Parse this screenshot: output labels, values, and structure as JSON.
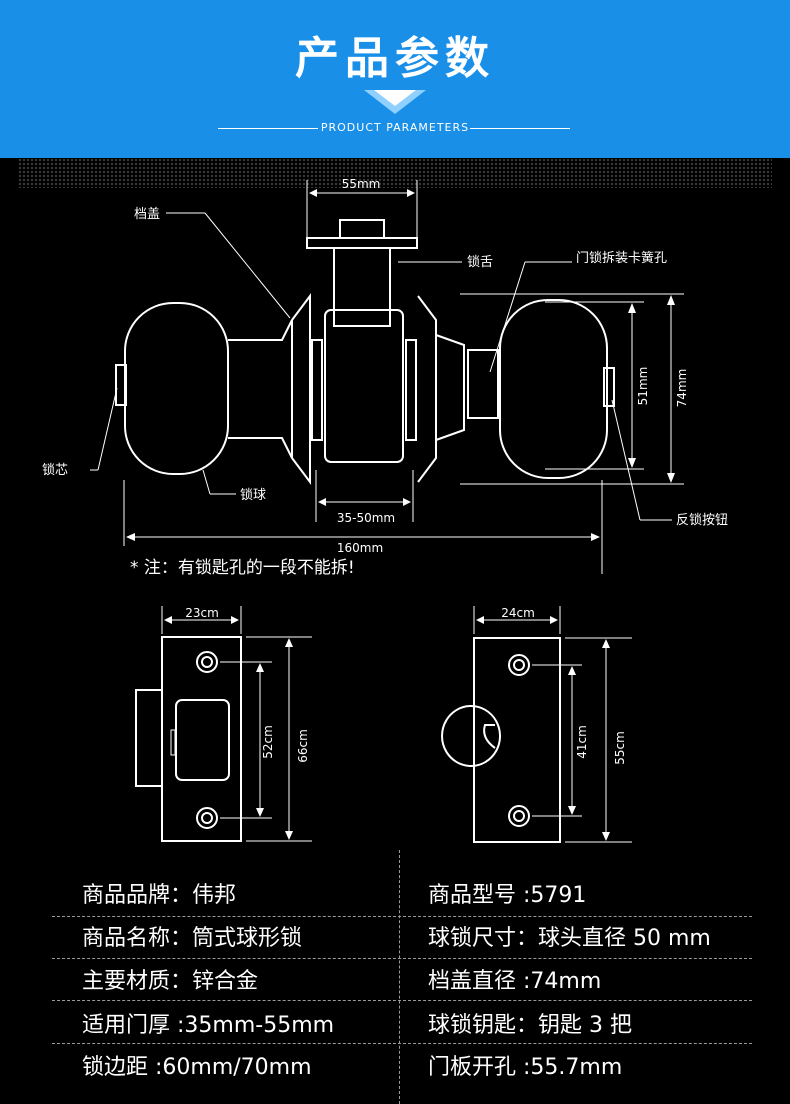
{
  "header": {
    "title": "产品参数",
    "subtitle": "PRODUCT PARAMETERS"
  },
  "diagram": {
    "labels": {
      "dang_gai": "档盖",
      "suo_she": "锁舌",
      "chai_zhuang": "门锁拆装卡簧孔",
      "suo_xin": "锁芯",
      "suo_qiu": "锁球",
      "fan_suo": "反锁按钮"
    },
    "dims": {
      "top_width": "55mm",
      "inner_51": "51mm",
      "outer_74": "74mm",
      "door_thickness": "35-50mm",
      "total_length": "160mm",
      "plate1_width": "23cm",
      "plate1_hole": "52cm",
      "plate1_height": "66cm",
      "plate2_width": "24cm",
      "plate2_hole": "41cm",
      "plate2_height": "55cm"
    },
    "note": "* 注：有锁匙孔的一段不能拆!"
  },
  "specs": {
    "left": [
      "商品品牌：伟邦",
      "商品名称：筒式球形锁",
      "主要材质：锌合金",
      "适用门厚 :35mm-55mm",
      "锁边距 :60mm/70mm"
    ],
    "right": [
      "商品型号 :5791",
      "球锁尺寸：球头直径 50 mm",
      "档盖直径 :74mm",
      "球锁钥匙：钥匙 3 把",
      "门板开孔 :55.7mm"
    ]
  },
  "colors": {
    "header_blue": "#1a8fe8",
    "background": "#000000",
    "line": "#ffffff"
  }
}
